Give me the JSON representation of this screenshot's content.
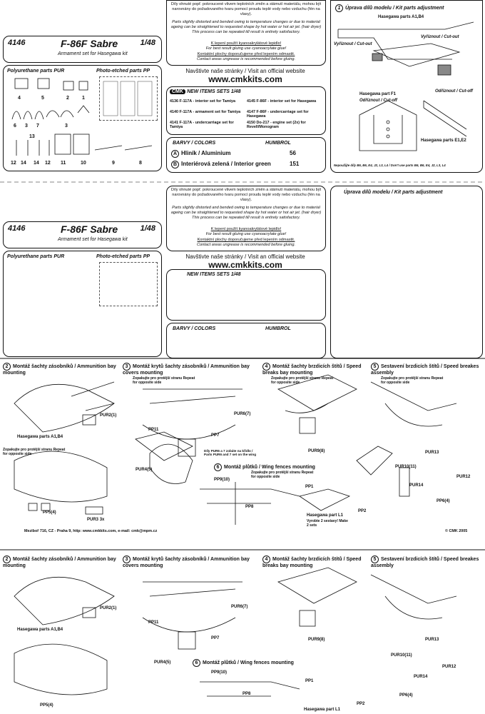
{
  "kit": {
    "code": "4146",
    "title": "F-86F Sabre",
    "subtitle": "Armament set for Hasegawa kit",
    "scale": "1/48"
  },
  "warnings": {
    "cz": "Díly ohnuté popř. pokroucené vlivem teplotních změn a stámutí materiálu, mohou být narovnány do požadovaného tvaru pomocí proudu teplé vody nebo vzduchu (fén na vlasy).",
    "en": "Parts slightly distorted and bended owing to temperature changes or due to material ageing can be straightened to requested shape by hot water or hot air jet. (hair dryer) This process can be repeated till result is entirely satisfactory.",
    "glue_cz": "K lepení použít kyanoakrylátové lepidlo!",
    "glue_en": "For best result gluing use cyanoacrylate glue!",
    "contact_cz": "Kontaktní plochy doporučujeme před lepením odmastit.",
    "contact_en": "Contact areas ungrease is recommended before gluing."
  },
  "website": {
    "visit": "Navštivte naše stránky / Visit an official website",
    "url": "www.cmkkits.com"
  },
  "new_items": {
    "heading": "NEW ITEMS SETS 1/48",
    "items": [
      {
        "code": "4136 F-117A",
        "desc": "- interior set for Tamiya"
      },
      {
        "code": "4140 F-117A",
        "desc": "- armament set for Tamiya"
      },
      {
        "code": "4141 F-117A",
        "desc": "- undercarriage set for Tamiya"
      },
      {
        "code": "4145 F-86F",
        "desc": "- interior set for Hasegawa"
      },
      {
        "code": "4147 F-86F",
        "desc": "- undercarriage set for Hasegawa"
      },
      {
        "code": "4150 Do-217",
        "desc": "- engine set (2x) for Revell/Monogram"
      }
    ]
  },
  "colors": {
    "heading_left": "BARVY / COLORS",
    "heading_right": "HUMBROL",
    "rows": [
      {
        "marker": "A",
        "name": "Hliník / Aluminium",
        "code": "56"
      },
      {
        "marker": "B",
        "name": "Interiérová zelená / Interior green",
        "code": "151"
      }
    ]
  },
  "parts": {
    "pur_heading": "Polyurethane parts PUR",
    "pp_heading": "Photo-etched parts PP",
    "pur_numbers_row1": [
      "4",
      "5",
      "2",
      "1"
    ],
    "pur_numbers_row2": [
      "6",
      "3",
      "7",
      "3"
    ],
    "pur_numbers_row3": [
      "13",
      "12",
      "14",
      "14",
      "12",
      "11",
      "10",
      "9",
      "8"
    ]
  },
  "adjust": {
    "step": "1",
    "title": "Úprava dílů modelu / Kit parts adjustment",
    "parts_a": "Hasegawa parts A1,B4",
    "cutout1": "Vyříznout / Cut-out",
    "cutout2": "Vyříznout / Cut-out",
    "part_f1": "Hasegawa part F1",
    "cutoff1": "Odříznout / Cut-off",
    "cutoff2": "Odříznout / Cut-off",
    "parts_e": "Hasegawa parts E1,E2",
    "note": "Nepoužijte díly B6, B6, E4, J2, L3, L4 / Don't use parts B6, B6, E4, J2, L3, L4"
  },
  "steps": [
    {
      "n": "2",
      "title": "Montáž šachty zásobníků / Ammunition bay mounting",
      "note": "Zopakujte pro protější stranu Repeat for opposite side"
    },
    {
      "n": "3",
      "title": "Montáž krytů šachty zásobníků / Ammunition bay covers mounting",
      "note": "Zopakujte pro protější stranu Repeat for opposite side"
    },
    {
      "n": "4",
      "title": "Montáž šachty brzdicích štítů / Speed breaks bay mounting",
      "note": "Zopakujte pro protější stranu Repeat for opposite side"
    },
    {
      "n": "5",
      "title": "Sestavení brzdicích štítů / Speed breakes assembly",
      "note": "Zopakujte pro protější stranu Repeat for opposite side"
    },
    {
      "n": "6",
      "title": "Montáž plůtků / Wing fences mounting",
      "note": "Zopakujte pro protější stranu Repeat for opposite side"
    }
  ],
  "assembly_labels": {
    "pur2": "PUR2(1)",
    "parts_a1b4": "Hasegawa parts A1,B4",
    "pur6": "PUR6(7)",
    "pp11": "PP11",
    "pp7": "PP7",
    "pur4": "PUR4(5)",
    "pur8_note": "Díly PUR6 a 7 zobáte na křídlo / Parts PUR6 and 7 set on the wing",
    "pur9": "PUR9(8)",
    "pur13": "PUR13",
    "pur10": "PUR10(11)",
    "pur12": "PUR12",
    "pur14": "PUR14",
    "pp6": "PP6(4)",
    "pp9": "PP9(10)",
    "pp8": "PP8",
    "pp1": "PP1",
    "pp2": "PP2",
    "pp5": "PP5(4)",
    "pur3": "PUR3",
    "pur3_count": "3x",
    "l1": "Hasegawa part L1",
    "l1_note": "Vyrobte 2 sestavy! Make 2 sets",
    "footer_left": "Meziboř 716, CZ - Praha 9,  http: www.cmkkits.com, e-mail: cmk@mpm.cz",
    "footer_right": "© CMK 2005"
  }
}
